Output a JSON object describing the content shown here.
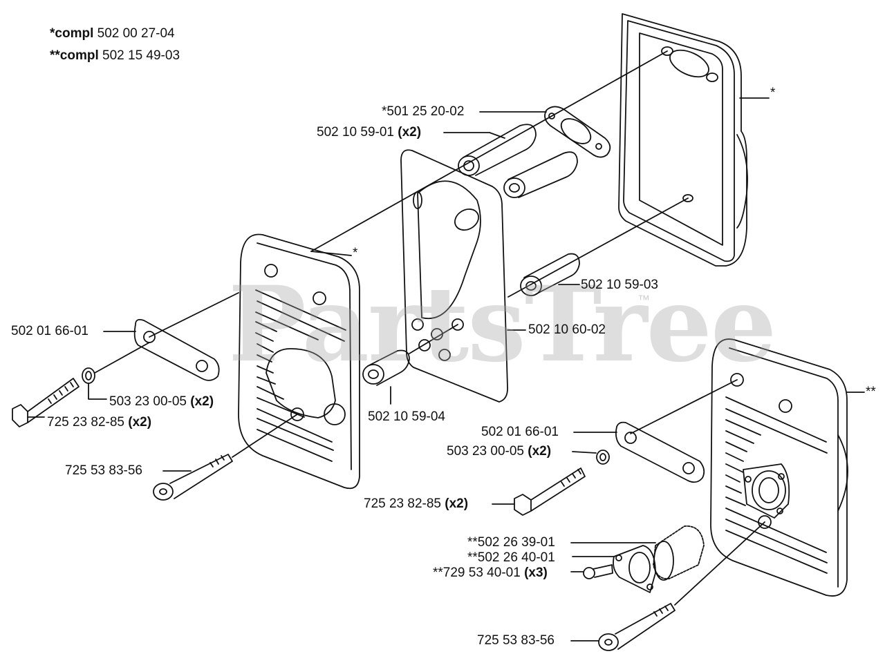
{
  "legend": [
    {
      "prefix": "*compl",
      "number": "502 00 27-04"
    },
    {
      "prefix": "**compl",
      "number": "502 15 49-03"
    }
  ],
  "watermark": {
    "text": "PartsTree",
    "tm": "™"
  },
  "callouts": {
    "gasket_top": {
      "num": "*501 25 20-02",
      "qty": ""
    },
    "spacer_x2": {
      "num": "502 10 59-01",
      "qty": "(x2)"
    },
    "cover_top_star": {
      "num": "*",
      "qty": ""
    },
    "shield_star": {
      "num": "*",
      "qty": ""
    },
    "spacer_03": {
      "num": "502 10 59-03",
      "qty": ""
    },
    "plate_left": {
      "num": "502 01 66-01",
      "qty": ""
    },
    "plate_60": {
      "num": "502 10 60-02",
      "qty": ""
    },
    "washer_left": {
      "num": "503 23 00-05",
      "qty": "(x2)"
    },
    "bolt_left": {
      "num": "725 23 82-85",
      "qty": "(x2)"
    },
    "spacer_04": {
      "num": "502 10 59-04",
      "qty": ""
    },
    "muffler_right": {
      "num": "**",
      "qty": ""
    },
    "plate_right": {
      "num": "502 01 66-01",
      "qty": ""
    },
    "washer_right": {
      "num": "503 23 00-05",
      "qty": "(x2)"
    },
    "screw_left": {
      "num": "725 53 83-56",
      "qty": ""
    },
    "bolt_right": {
      "num": "725 23 82-85",
      "qty": "(x2)"
    },
    "screen": {
      "num": "**502 26 39-01",
      "qty": ""
    },
    "gasket_right": {
      "num": "**502 26 40-01",
      "qty": ""
    },
    "screw_small": {
      "num": "**729 53 40-01",
      "qty": "(x3)"
    },
    "screw_bottom": {
      "num": "725 53 83-56",
      "qty": ""
    }
  }
}
